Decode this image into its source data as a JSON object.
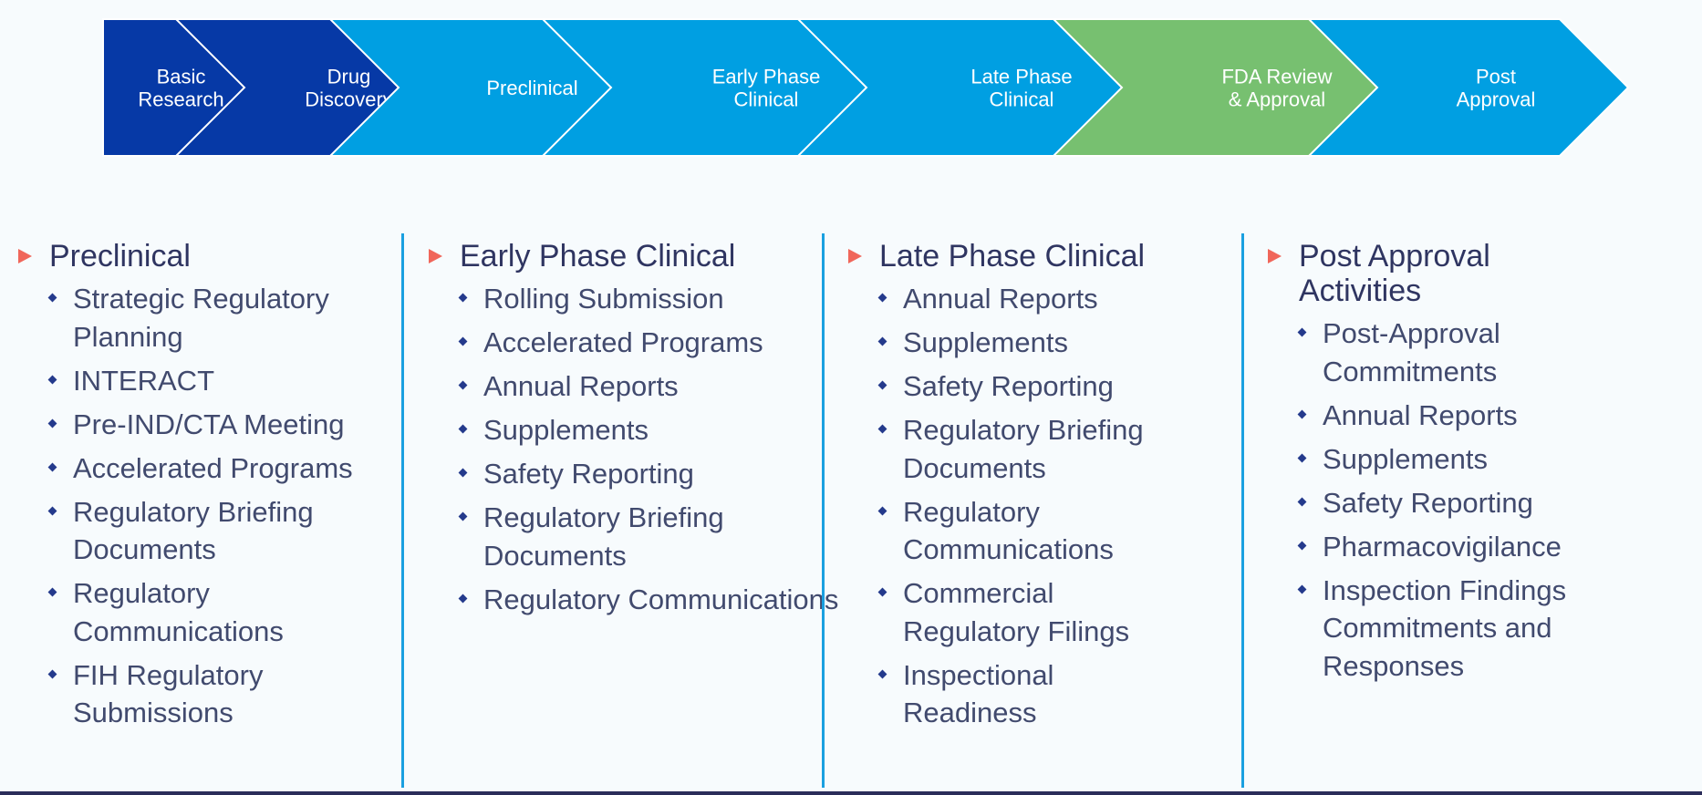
{
  "pipeline": {
    "stages": [
      {
        "lines": [
          "Basic",
          "Research"
        ],
        "color": "#0639a6"
      },
      {
        "lines": [
          "Drug",
          "Discovery"
        ],
        "color": "#0639a6"
      },
      {
        "lines": [
          "Preclinical"
        ],
        "color": "#009fe2"
      },
      {
        "lines": [
          "Early Phase",
          "Clinical"
        ],
        "color": "#009fe2"
      },
      {
        "lines": [
          "Late Phase",
          "Clinical"
        ],
        "color": "#009fe2"
      },
      {
        "lines": [
          "FDA Review",
          "& Approval"
        ],
        "color": "#77c070"
      },
      {
        "lines": [
          "Post",
          "Approval"
        ],
        "color": "#009fe2"
      }
    ],
    "divider_color": "#ffffff"
  },
  "columns": [
    {
      "heading": "Preclinical",
      "items": [
        "Strategic Regulatory Planning",
        "INTERACT",
        "Pre-IND/CTA Meeting",
        "Accelerated Programs",
        "Regulatory Briefing Documents",
        "Regulatory Communications",
        "FIH Regulatory Submissions"
      ]
    },
    {
      "heading": "Early Phase Clinical",
      "items": [
        "Rolling Submission",
        "Accelerated Programs",
        "Annual Reports",
        "Supplements",
        "Safety Reporting",
        "Regulatory Briefing Documents",
        "Regulatory Communications"
      ]
    },
    {
      "heading": "Late Phase Clinical",
      "items": [
        "Annual Reports",
        "Supplements",
        "Safety Reporting",
        "Regulatory Briefing Documents",
        "Regulatory Communications",
        "Commercial Regulatory Filings",
        "Inspectional Readiness"
      ]
    },
    {
      "heading": "Post Approval Activities",
      "items": [
        "Post-Approval Commitments",
        "Annual Reports",
        "Supplements",
        "Safety Reporting",
        "Pharmacovigilance",
        "Inspection Findings Commitments and Responses"
      ]
    }
  ],
  "colors": {
    "heading_marker": "#f0665a",
    "bullet": "#243a8c",
    "column_divider": "#1aa0e0",
    "heading_text": "#2f3561",
    "item_text": "#414a6e"
  }
}
